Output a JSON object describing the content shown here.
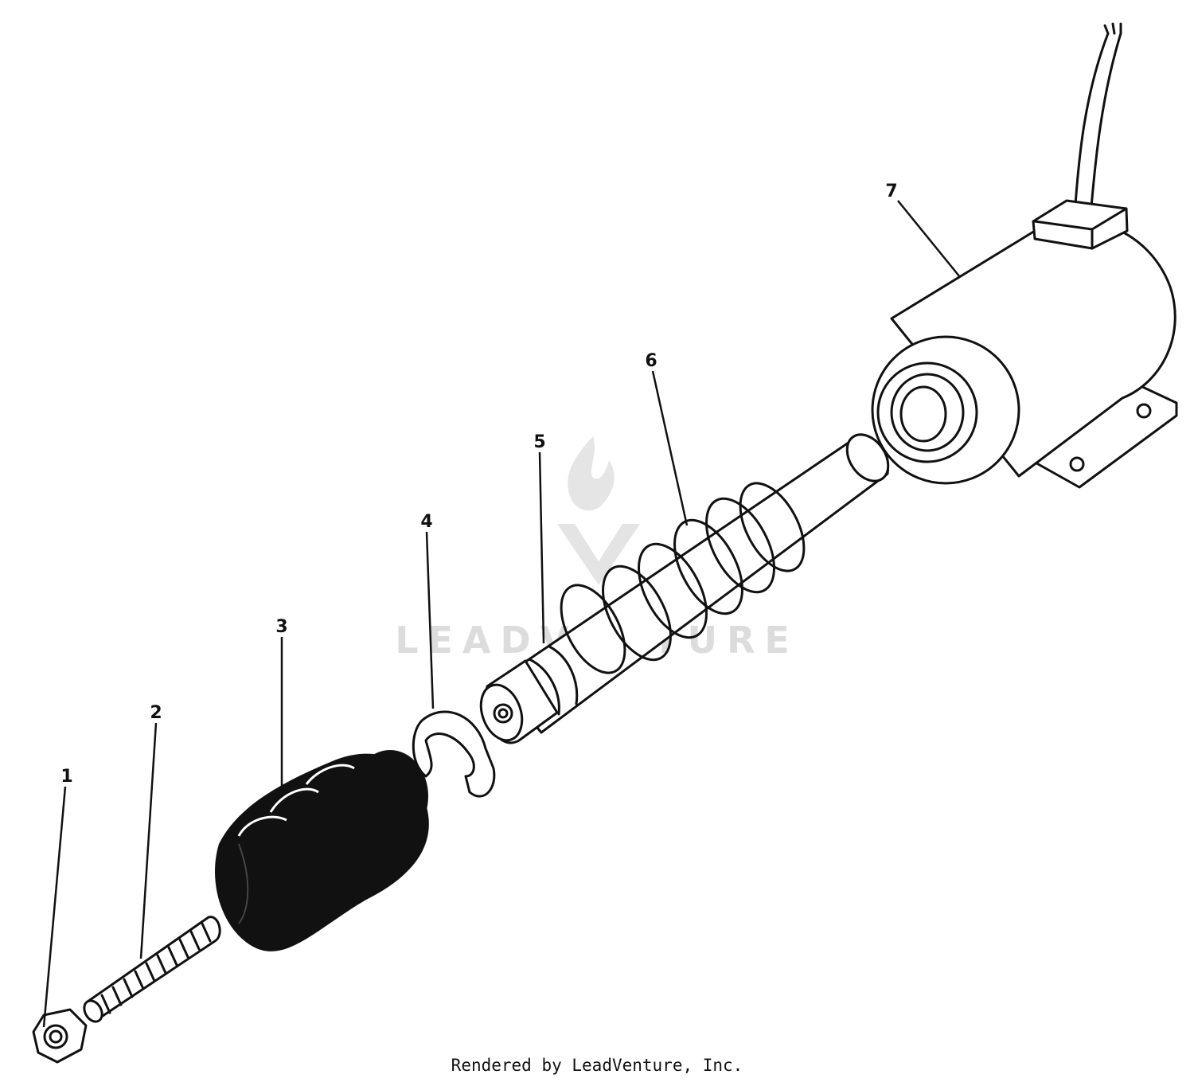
{
  "diagram": {
    "parts": [
      {
        "id": "nut",
        "callout": "1"
      },
      {
        "id": "stud",
        "callout": "2"
      },
      {
        "id": "boot",
        "callout": "3"
      },
      {
        "id": "clip",
        "callout": "4"
      },
      {
        "id": "plunger",
        "callout": "5"
      },
      {
        "id": "spring",
        "callout": "6"
      },
      {
        "id": "solenoid",
        "callout": "7"
      }
    ],
    "watermark": "LEADVENTURE",
    "credit": "Rendered by LeadVenture, Inc."
  },
  "colors": {
    "ink": "#111111",
    "watermark": "#dcdcdc",
    "background": "#ffffff"
  }
}
